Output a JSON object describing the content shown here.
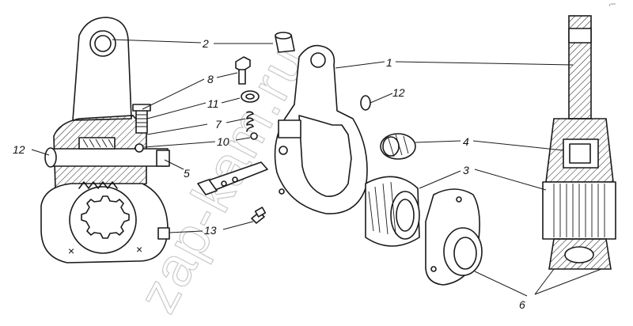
{
  "watermark": "zap-kam.ru",
  "corner_mark": "г°°°",
  "callouts": [
    {
      "id": "c2",
      "text": "2"
    },
    {
      "id": "c1",
      "text": "1"
    },
    {
      "id": "c8",
      "text": "8"
    },
    {
      "id": "c11",
      "text": "11"
    },
    {
      "id": "c12a",
      "text": "12"
    },
    {
      "id": "c7",
      "text": "7"
    },
    {
      "id": "c10",
      "text": "10"
    },
    {
      "id": "c12b",
      "text": "12"
    },
    {
      "id": "c4",
      "text": "4"
    },
    {
      "id": "c3",
      "text": "3"
    },
    {
      "id": "c5",
      "text": "5"
    },
    {
      "id": "c13",
      "text": "13"
    },
    {
      "id": "c6",
      "text": "6"
    }
  ]
}
